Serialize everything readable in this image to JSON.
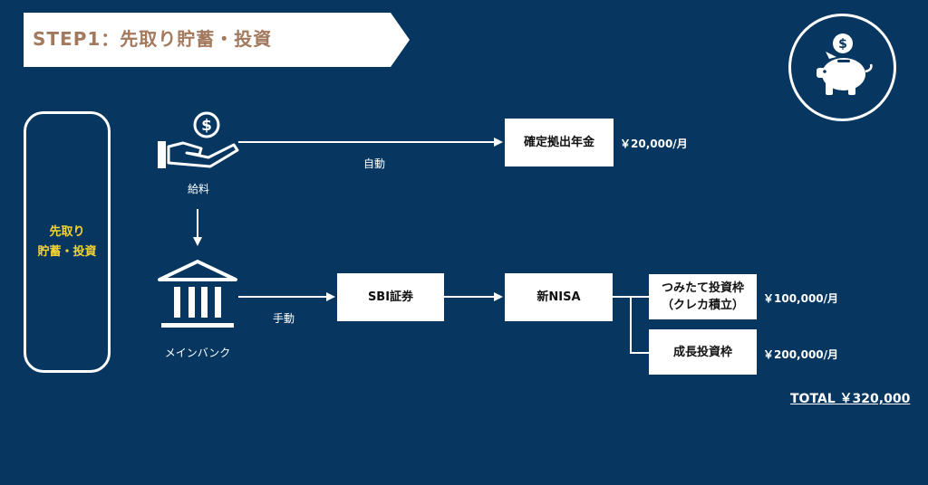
{
  "banner": {
    "title": "STEP1：先取り貯蓄・投資"
  },
  "sidebar": {
    "line1": "先取り",
    "line2": "貯蓄・投資"
  },
  "salary": {
    "label": "給料"
  },
  "bank": {
    "label": "メインバンク"
  },
  "flows": {
    "auto_label": "自動",
    "manual_label": "手動"
  },
  "boxes": {
    "pension": "確定拠出年金",
    "sbi": "SBI証券",
    "nisa": "新NISA",
    "tsumitate_line1": "つみたて投資枠",
    "tsumitate_line2": "（クレカ積立）",
    "growth": "成長投資枠"
  },
  "amounts": {
    "pension": "￥20,000/月",
    "tsumitate": "￥100,000/月",
    "growth": "￥200,000/月"
  },
  "total": "TOTAL ￥320,000",
  "colors": {
    "background": "#073760",
    "banner_text": "#a3795e",
    "sidebar_text": "#f3d233"
  }
}
